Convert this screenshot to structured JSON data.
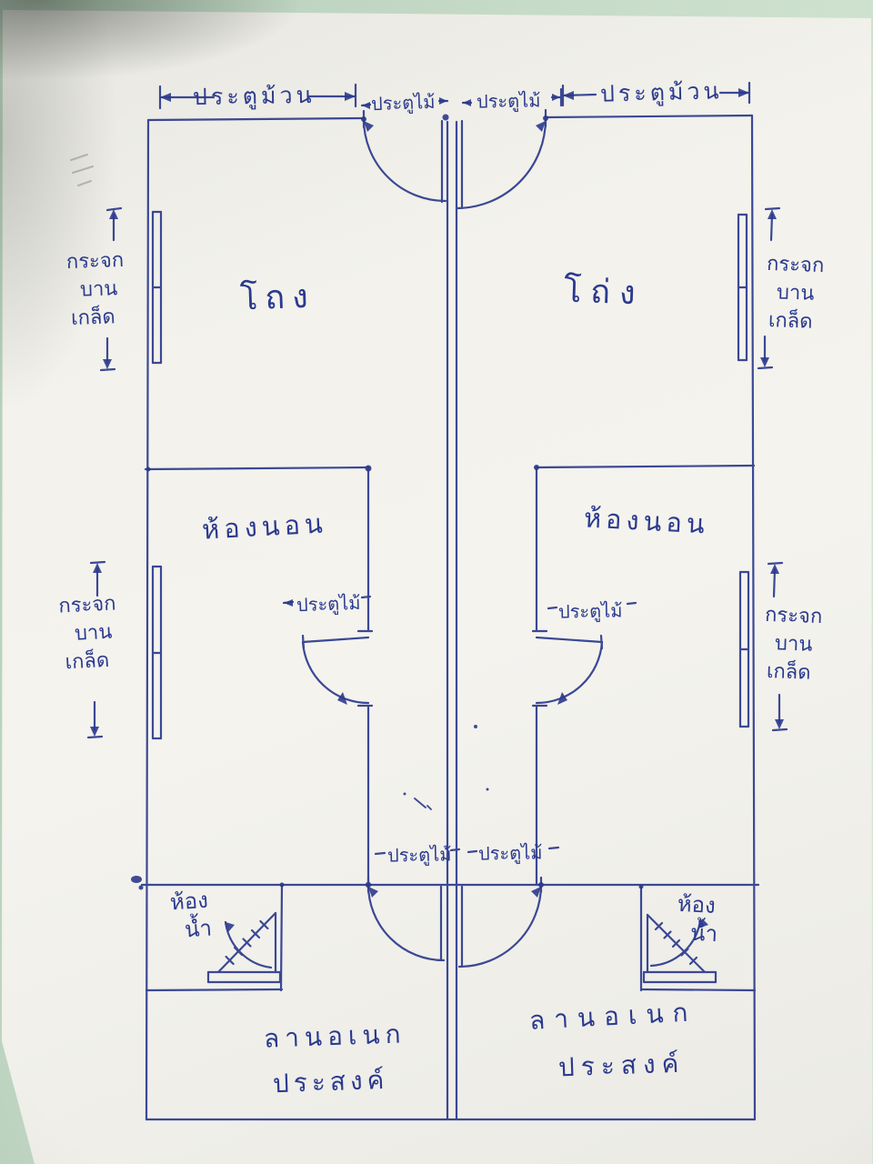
{
  "colors": {
    "ink": "#2c3a8d",
    "paper": "#f2f1ec",
    "table_green": "#c6dbc8"
  },
  "labels": {
    "roller_door_left": "ประตูม้วน",
    "roller_door_right": "ประตูม้วน",
    "wood_door_top_left": "ประตูไม้",
    "wood_door_top_right": "ประตูไม้",
    "louvre": [
      "กระจก",
      "บาน",
      "เกล็ด"
    ],
    "hall_left": "โถง",
    "hall_right": "โถ่ง",
    "bedroom_left": "ห้องนอน",
    "bedroom_right": "ห้องนอน",
    "bedroom_door_left": "ประตูไม้",
    "bedroom_door_right": "ประตูไม้",
    "back_door_left": "ประตูไม้",
    "back_door_right": "ประตูไม้",
    "bathroom_line1": "ห้อง",
    "bathroom_line2": "น้ำ",
    "yard_line1": "ลานอเนก",
    "yard_line2": "ประสงค์"
  }
}
